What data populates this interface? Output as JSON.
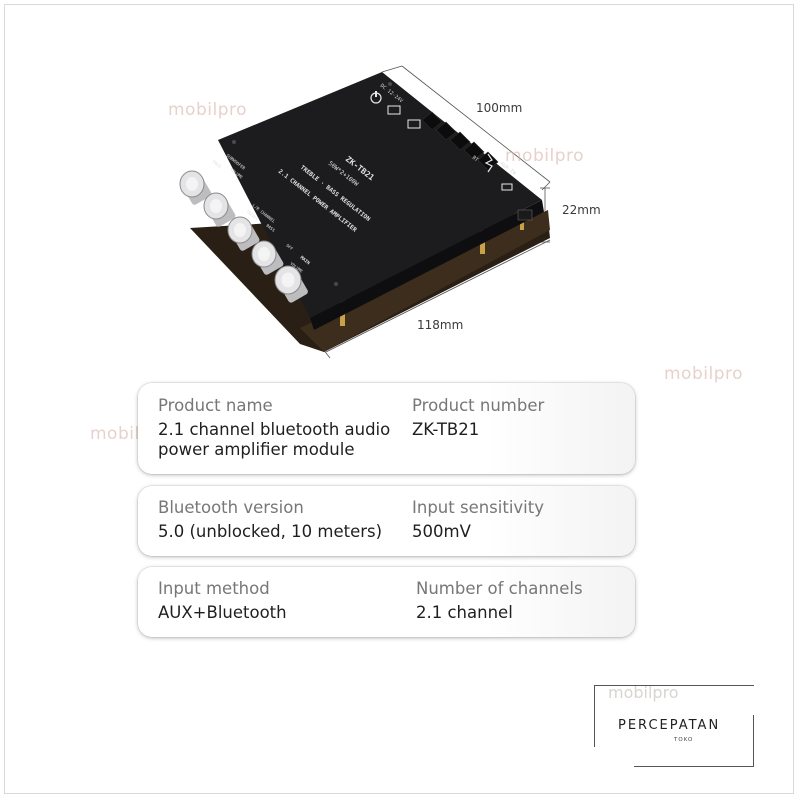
{
  "product": {
    "panel_text": {
      "model": "ZK-TB21",
      "power": "50W*2+100W",
      "line1": "TREBLE · BASS  REGULATION",
      "line2": "2.1 CHANNEL POWER AMPLIFIER",
      "subwoofer": "SUBWOOFER",
      "freq": "FREQ",
      "volume": "VOLUME",
      "lr_channel": "L/R CHANNEL",
      "treble": "TREBLE",
      "bass": "BASS",
      "main": "MAIN",
      "off": "OFF",
      "main_volume": "VOLUME",
      "dc": "DC 12-24V",
      "aux_in": "AUX IN",
      "bt": "BT"
    },
    "dimensions": {
      "depth": "100mm",
      "height": "22mm",
      "width": "118mm"
    }
  },
  "watermark": "mobilpro",
  "specs": [
    {
      "left_label": "Product name",
      "left_value": "2.1 channel bluetooth audio power amplifier module",
      "right_label": "Product number",
      "right_value": "ZK-TB21"
    },
    {
      "left_label": "Bluetooth version",
      "left_value": "5.0 (unblocked, 10 meters)",
      "right_label": "Input sensitivity",
      "right_value": "500mV"
    },
    {
      "left_label": "Input method",
      "left_value": "AUX+Bluetooth",
      "right_label": "Number of channels",
      "right_value": "2.1 channel"
    }
  ],
  "brand": {
    "watermark": "mobilpro",
    "name": "PERCEPATAN",
    "sub": "TOKO"
  },
  "colors": {
    "board": "#1c1c1e",
    "heatsink": "#101012",
    "knob": "#c9c9cc",
    "pcb_edge": "#3a2a18"
  }
}
